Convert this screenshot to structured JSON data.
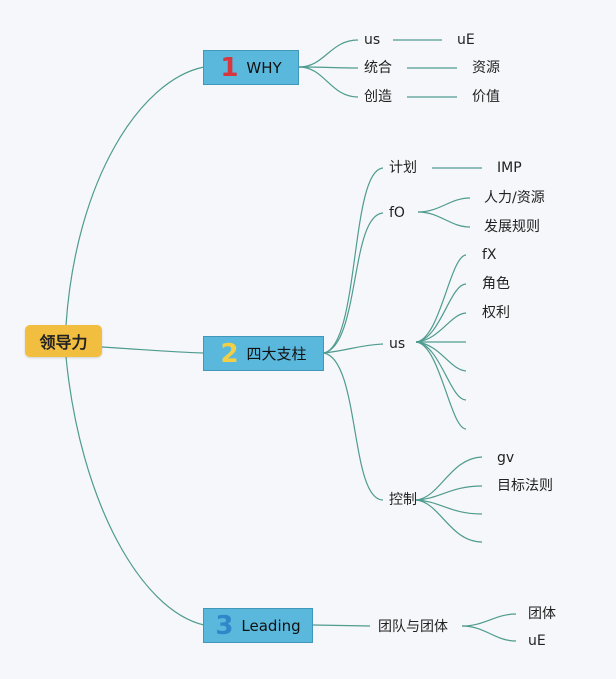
{
  "root": "领导力",
  "branches": [
    {
      "number": "1",
      "number_color": "#d8353f",
      "label": "WHY",
      "children": [
        {
          "label": "us",
          "child": "uE"
        },
        {
          "label": "统合",
          "child": "资源"
        },
        {
          "label": "创造",
          "child": "价值"
        }
      ]
    },
    {
      "number": "2",
      "number_color": "#f2cf45",
      "label": "四大支柱",
      "children": [
        {
          "label": "计划",
          "children": [
            "IMP"
          ]
        },
        {
          "label": "fO",
          "children": [
            "人力/资源",
            "发展规则"
          ]
        },
        {
          "label": "us",
          "children": [
            "fX",
            "角色",
            "权利",
            "",
            "",
            "",
            ""
          ]
        },
        {
          "label": "控制",
          "children": [
            "gv",
            "目标法则",
            "",
            ""
          ]
        }
      ]
    },
    {
      "number": "3",
      "number_color": "#2f86c9",
      "label": "Leading",
      "children": [
        {
          "label": "团队与团体",
          "children": [
            "团体",
            "uE"
          ]
        }
      ]
    }
  ]
}
